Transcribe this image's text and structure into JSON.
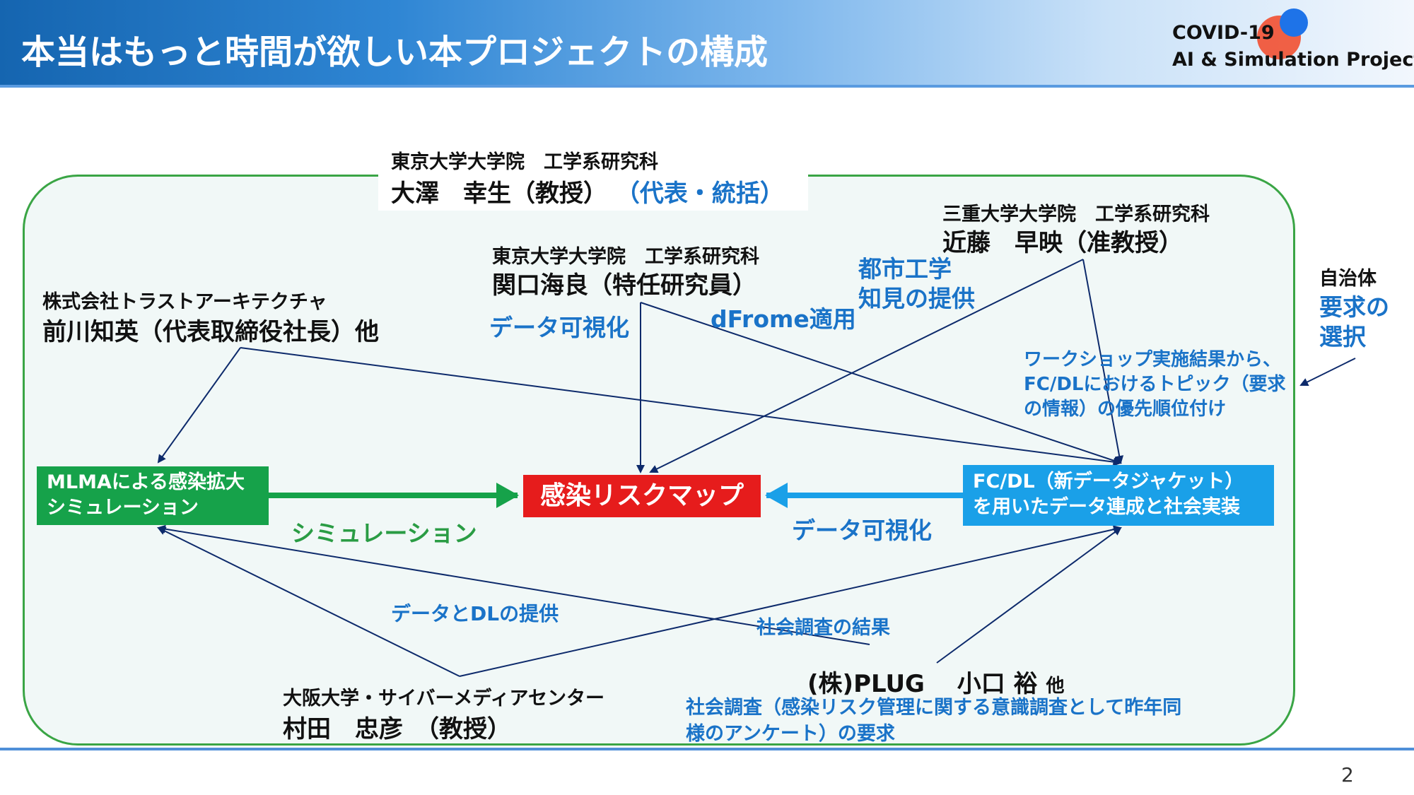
{
  "header": {
    "title": "本当はもっと時間が欲しい本プロジェクトの構成",
    "logo_line1": "COVID-19",
    "logo_line2": "AI & Simulation Project"
  },
  "page_number": "2",
  "colors": {
    "header_blue": "#1565b0",
    "frame_green": "#3aa545",
    "mlma_green": "#16a24a",
    "risk_red": "#e61c1c",
    "fc_blue": "#1aa0e8",
    "text_blue": "#1a73c8",
    "arrow_navy": "#0d2a6b"
  },
  "nodes": {
    "tokyo_leader": {
      "affiliation": "東京大学大学院　工学系研究科",
      "name": "大澤　幸生（教授）",
      "role": "（代表・統括）"
    },
    "tokyo_sekiguchi": {
      "affiliation": "東京大学大学院　工学系研究科",
      "name": "関口海良（特任研究員）"
    },
    "mie": {
      "affiliation": "三重大学大学院　工学系研究科",
      "name": "近藤　早映（准教授）"
    },
    "trust": {
      "affiliation": "株式会社トラストアーキテクチャ",
      "name": "前川知英（代表取締役社長）他"
    },
    "municipality": {
      "label": "自治体",
      "request": "要求の\n選択"
    },
    "osaka": {
      "affiliation": "大阪大学・サイバーメディアセンター",
      "name": "村田　忠彦　（教授）"
    },
    "plug": {
      "name": "(株)PLUG　 小口 裕",
      "suffix": "他",
      "request": "社会調査（感染リスク管理に関する意識調査として昨年同\n様のアンケート）の要求"
    }
  },
  "boxes": {
    "mlma": "MLMAによる感染拡大\nシミュレーション",
    "risk_map": "感染リスクマップ",
    "fc_dl": "FC/DL（新データジャケット）\nを用いたデータ連成と社会実装"
  },
  "edge_labels": {
    "data_viz_top": "データ可視化",
    "dfrome": "dFrome適用",
    "urban": "都市工学\n知見の提供",
    "workshop": "ワークショップ実施結果から、\nFC/DLにおけるトピック（要求\nの情報）の優先順位付け",
    "simulation": "シミュレーション",
    "data_viz_bottom": "データ可視化",
    "data_dl": "データとDLの提供",
    "survey_result": "社会調査の結果"
  }
}
